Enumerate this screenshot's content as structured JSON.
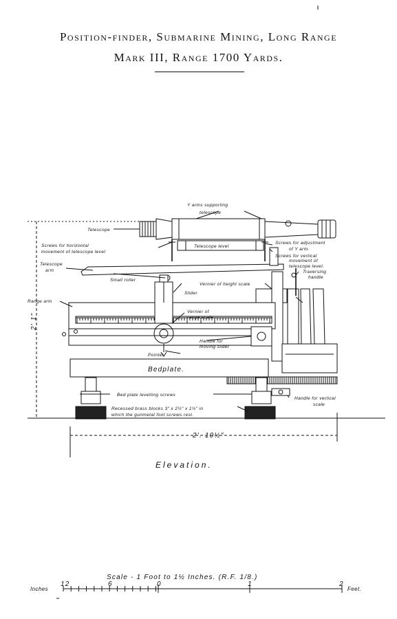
{
  "title": {
    "line1": "Position-finder, Submarine Mining, Long Range",
    "line2": "Mark III, Range 1700 Yards."
  },
  "labels": {
    "y_arms": "Y arms supporting",
    "y_arms2": "telescope",
    "telescope": "Telescope",
    "screws_horizontal": "Screws for horizontal",
    "screws_horizontal2": "movement of telescope level",
    "telescope_level": "Telescope level",
    "screws_y_arm": "Screws for adjustment",
    "screws_y_arm2": "of Y arm.",
    "screws_vertical": "Screws for vertical",
    "screws_vertical2": "movement of",
    "screws_vertical3": "telescope level.",
    "telescope_arm": "Telescope",
    "telescope_arm2": "arm",
    "traversing": "Traversing",
    "traversing2": "handle",
    "small_roller": "Small roller",
    "vernier_height": "Vernier of height scale",
    "range_arm": "Range arm",
    "slider": "Slider",
    "vernier_range": "Vernier of",
    "vernier_range2": "range scale",
    "handle_slider": "Handle for",
    "handle_slider2": "moving slider",
    "pointer": "Pointer",
    "bedplate": "Bedplate.",
    "levelling": "Bed plate levelling screws",
    "handle_vertical": "Handle for vertical",
    "handle_vertical2": "scale",
    "recessed": "Recessed brass blocks 3\" x 2½\" x 1½\" in",
    "recessed2": "which the gunmetal foot screws rest.",
    "height_dim": "2' 1\"",
    "width_dim": "2'. 10½\""
  },
  "elevation": "Elevation.",
  "scale": {
    "caption": "Scale - 1 Foot to 1½ Inches. (R.F. 1/8.)",
    "left_unit": "Inches",
    "right_unit": "Feet.",
    "ticks": [
      "12",
      "6",
      "0",
      "1",
      "2"
    ]
  }
}
